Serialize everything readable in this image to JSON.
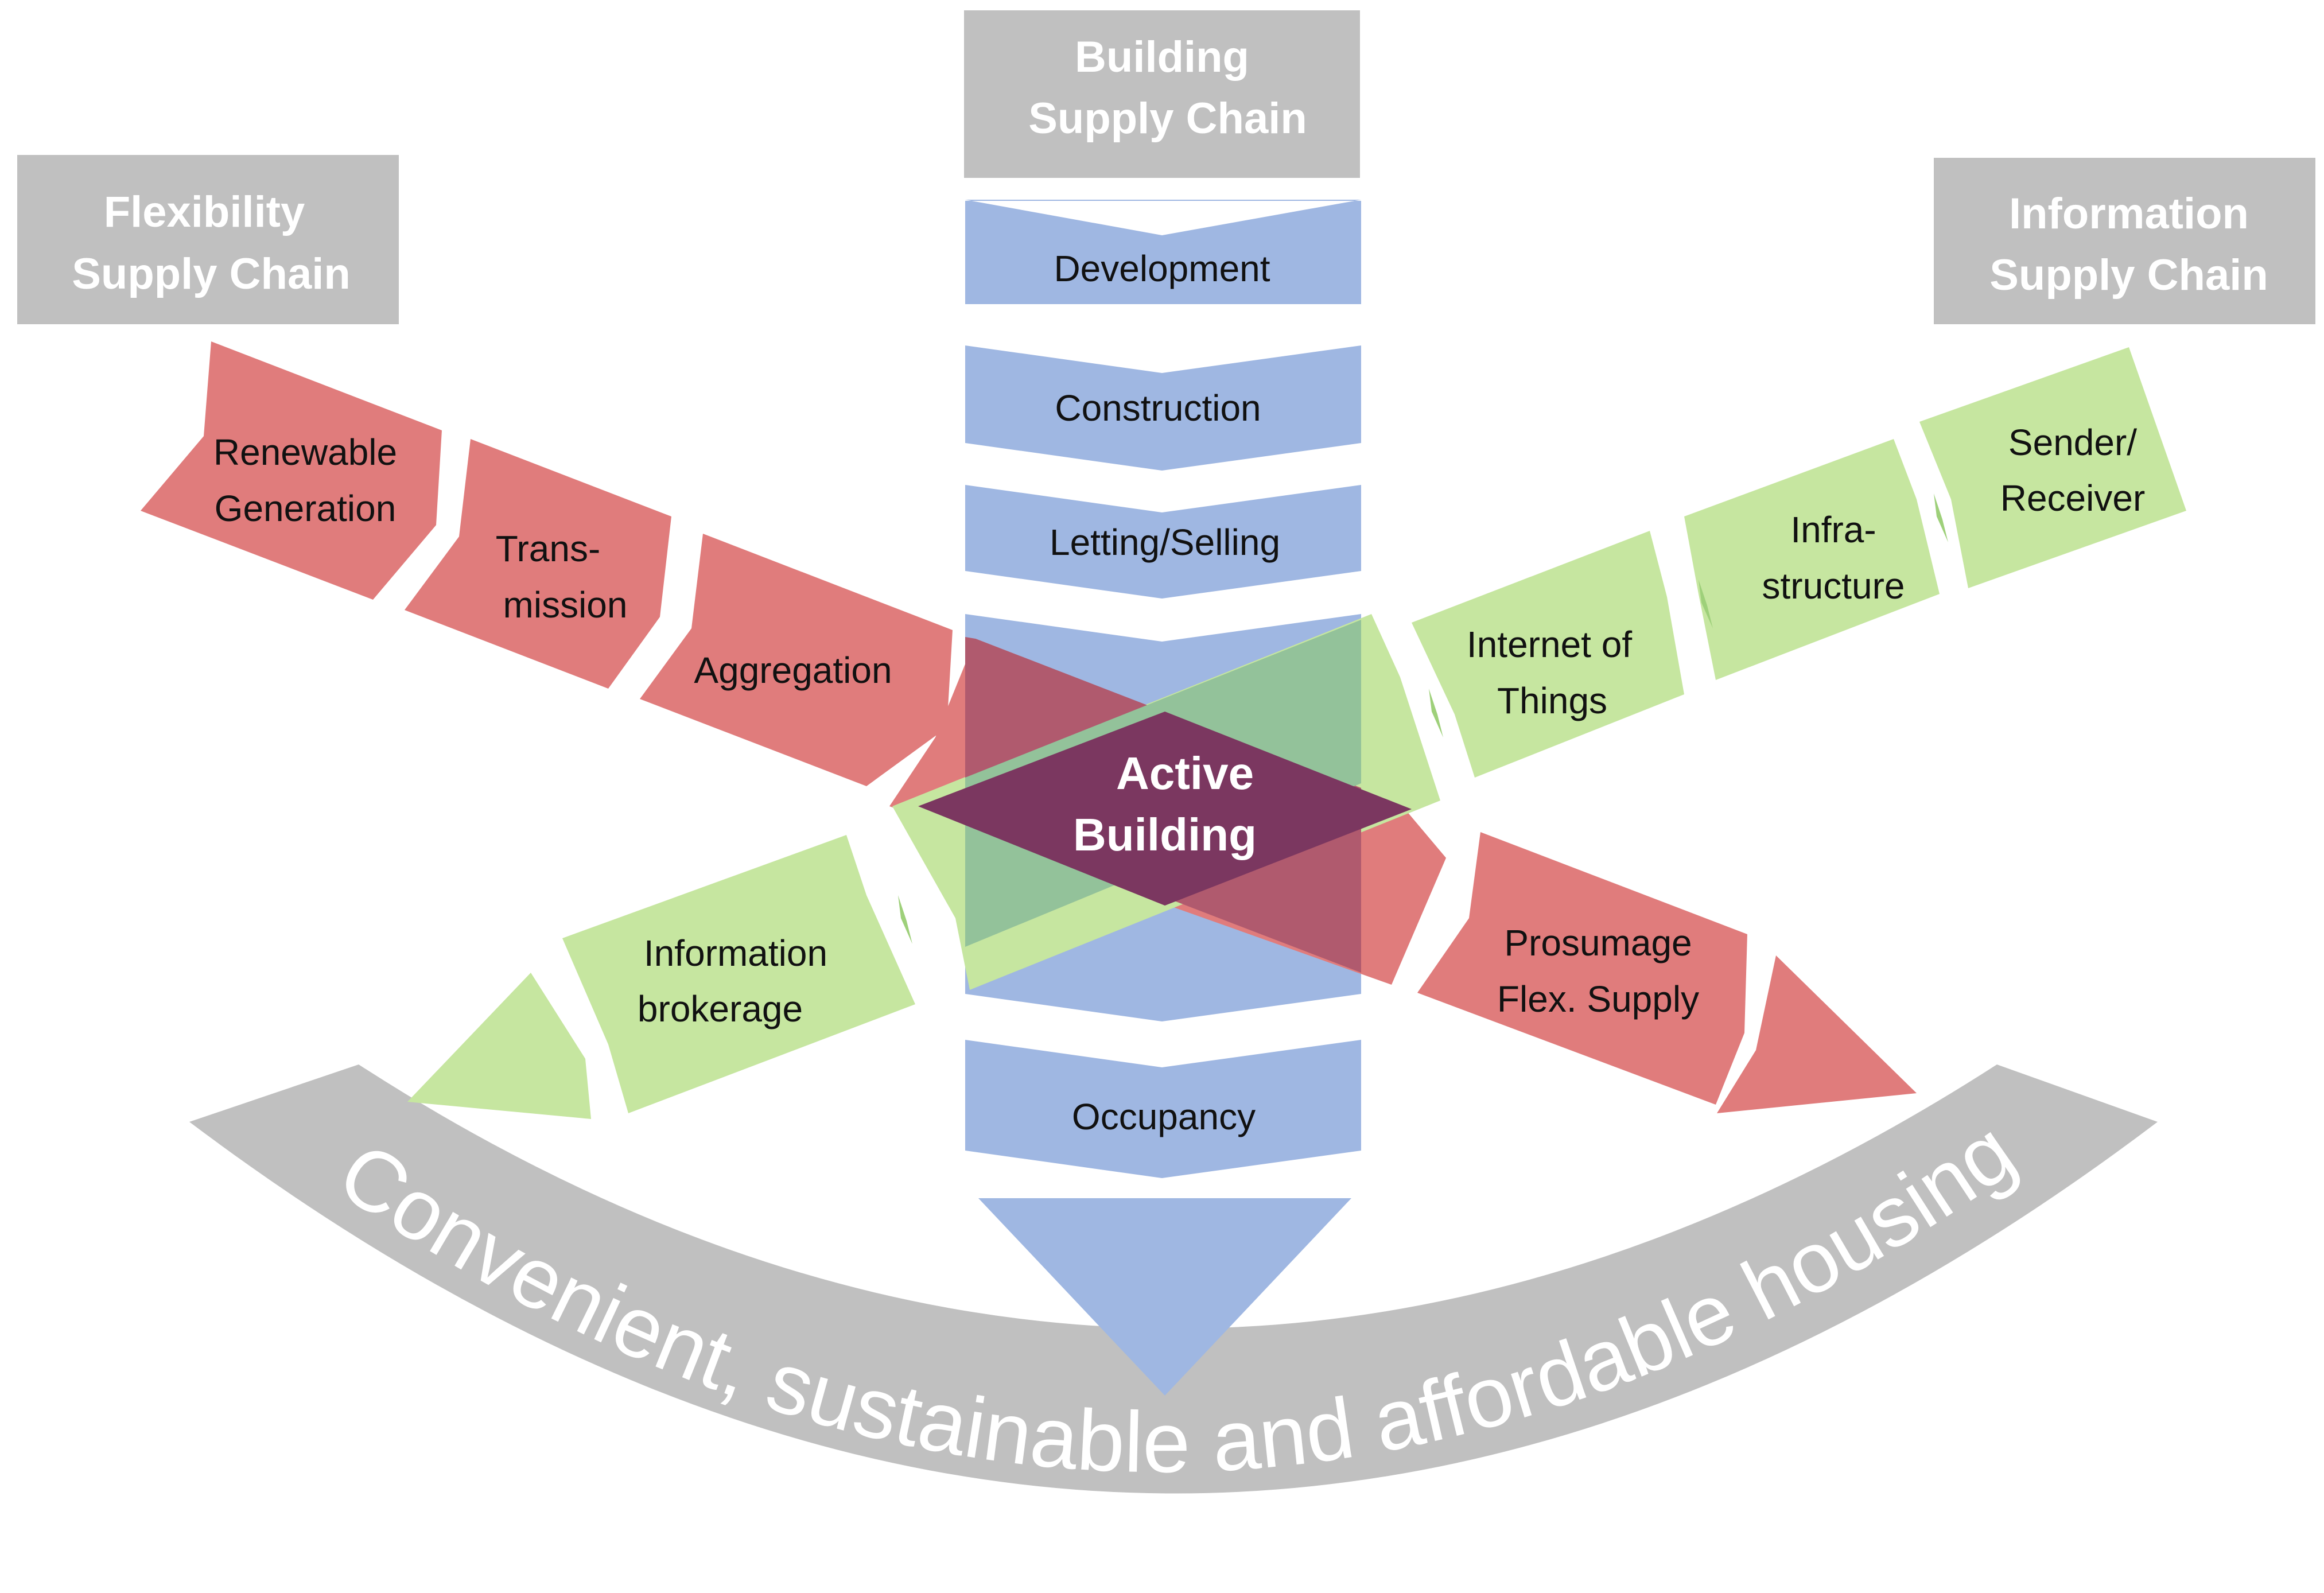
{
  "headers": {
    "building": [
      "Building",
      "Supply Chain"
    ],
    "flexibility": [
      "Flexibility",
      "Supply Chain"
    ],
    "information": [
      "Information",
      "Supply Chain"
    ]
  },
  "building_chain": [
    "Development",
    "Construction",
    "Letting/Selling",
    "Occupancy"
  ],
  "flexibility_chain": [
    [
      "Renewable",
      "Generation"
    ],
    [
      "Trans-",
      "mission"
    ],
    [
      "Aggregation"
    ],
    [
      "Prosumage",
      "Flex. Supply"
    ]
  ],
  "information_chain": [
    [
      "Sender/",
      "Receiver"
    ],
    [
      "Infra-",
      "structure"
    ],
    [
      "Internet of",
      "Things"
    ],
    [
      "Information",
      "brokerage"
    ]
  ],
  "center": [
    "Active",
    "Building"
  ],
  "outcome": "Convenient, sustainable and affordable housing",
  "colors": {
    "building": "#9fb7e2",
    "flexibility": "#e07c7c",
    "information": "#c6e6a0",
    "header": "#c0c0c0",
    "center": "#7b3760"
  }
}
